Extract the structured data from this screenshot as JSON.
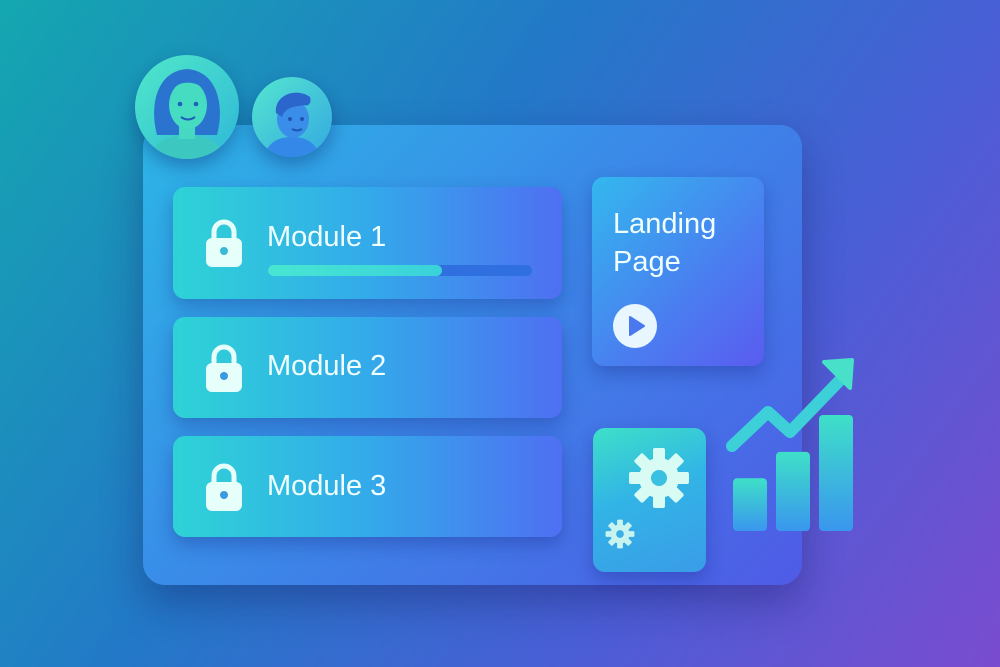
{
  "modules": [
    {
      "label": "Module 1",
      "progress": 0.66
    },
    {
      "label": "Module 2"
    },
    {
      "label": "Module 3"
    }
  ],
  "landing": {
    "title_line1": "Landing",
    "title_line2": "Page",
    "icon": "play-icon"
  },
  "settings": {
    "icon": "gear-icon"
  },
  "growth_chart": {
    "bars": [
      1,
      1.5,
      2.2
    ],
    "icon": "trend-up-arrow-icon"
  },
  "avatars": [
    "woman-avatar",
    "man-avatar"
  ],
  "colors": {
    "accent": "#3ad2da",
    "progress_track": "#2f6fe0"
  }
}
